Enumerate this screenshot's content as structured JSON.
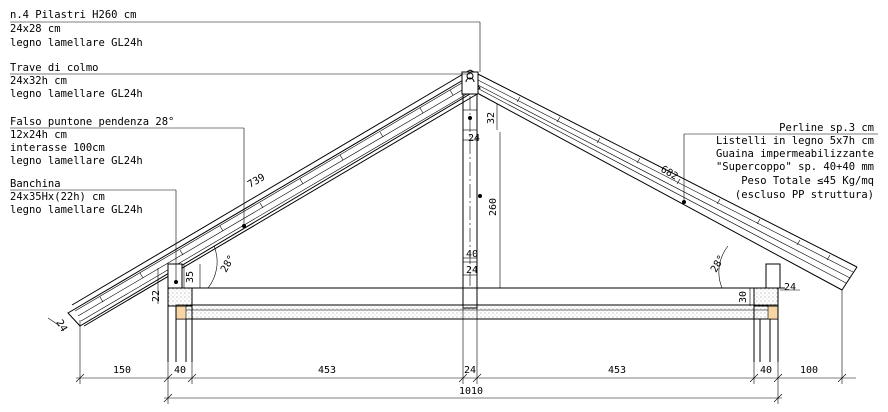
{
  "notes_left": [
    {
      "lines": [
        "n.4  Pilastri  H260  cm",
        "24x28  cm",
        "legno  lamellare  GL24h"
      ]
    },
    {
      "lines": [
        "Trave  di  colmo",
        "24x32h  cm",
        "legno  lamellare  GL24h"
      ]
    },
    {
      "lines": [
        "Falso  puntone  pendenza  28°",
        "12x24h  cm",
        "interasse  100cm",
        "legno  lamellare  GL24h"
      ]
    },
    {
      "lines": [
        "Banchina",
        "24x35Hx(22h)  cm",
        "legno  lamellare  GL24h"
      ]
    }
  ],
  "notes_right": {
    "lines": [
      "Perline  sp.3  cm",
      "Listelli  in  legno  5x7h  cm",
      "Guaina  impermeabilizzante",
      "\"Supercoppo\"  sp.  40+40  mm",
      "Peso  Totale  ≤45  Kg/mq",
      "(escluso  PP  struttura)"
    ]
  },
  "dimensions": {
    "left_rafter": "739",
    "right_rafter": "682",
    "angle_left": "28°",
    "angle_right": "28°",
    "ridge_depth": "32",
    "ridge_width": "24",
    "pillar_height": "260",
    "pillar_base_40": "40",
    "pillar_base_24": "24",
    "banchina_35": "35",
    "banchina_22": "22",
    "roof_thickness": "24",
    "right_30": "30",
    "right_24": "24",
    "bottom": [
      "150",
      "40",
      "453",
      "24",
      "453",
      "40",
      "100"
    ],
    "total": "1010"
  }
}
